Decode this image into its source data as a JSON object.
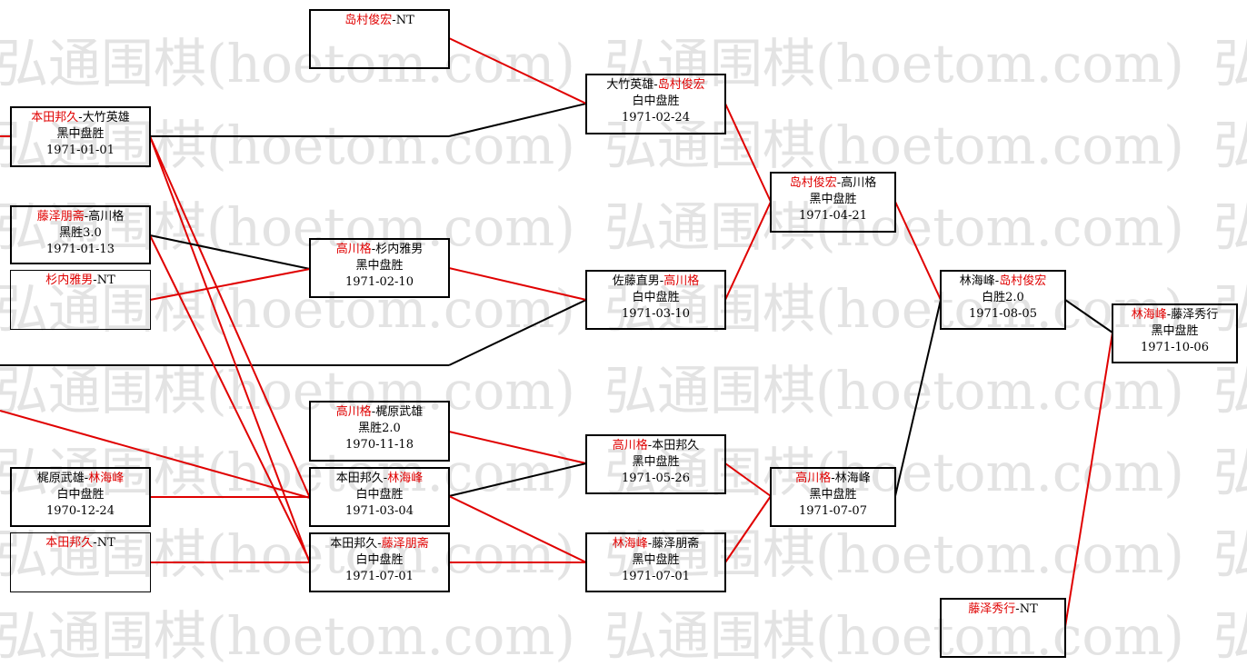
{
  "watermark": "弘通围棋(hoetom.com)",
  "colors": {
    "winner": "#e00000",
    "line_win": "#e00000",
    "line_loss": "#000000",
    "watermark": "#e3e3e3"
  },
  "games": {
    "g_nt1": {
      "winner": "岛村俊宏",
      "sep": "-",
      "loser": "NT",
      "red_first": true,
      "result": "",
      "date": ""
    },
    "g0101": {
      "winner": "本田邦久",
      "sep": "-",
      "loser": "大竹英雄",
      "red_first": true,
      "result": "黑中盘胜",
      "date": "1971-01-01"
    },
    "g0113": {
      "winner": "藤泽朋斋",
      "sep": "-",
      "loser": "高川格",
      "red_first": true,
      "result": "黑胜3.0",
      "date": "1971-01-13"
    },
    "g_nt2": {
      "winner": "杉内雅男",
      "sep": "-",
      "loser": "NT",
      "red_first": true,
      "result": "",
      "date": ""
    },
    "g1224": {
      "loser": "梶原武雄",
      "sep": "-",
      "winner": "林海峰",
      "red_first": false,
      "result": "白中盘胜",
      "date": "1970-12-24"
    },
    "g_nt3": {
      "winner": "本田邦久",
      "sep": "-",
      "loser": "NT",
      "red_first": true,
      "result": "",
      "date": ""
    },
    "g0210": {
      "winner": "高川格",
      "sep": "-",
      "loser": "杉内雅男",
      "red_first": true,
      "result": "黑中盘胜",
      "date": "1971-02-10"
    },
    "g1118": {
      "winner": "高川格",
      "sep": "-",
      "loser": "梶原武雄",
      "red_first": true,
      "result": "黑胜2.0",
      "date": "1970-11-18"
    },
    "g0304": {
      "loser": "本田邦久",
      "sep": "-",
      "winner": "林海峰",
      "red_first": false,
      "result": "白中盘胜",
      "date": "1971-03-04"
    },
    "g0701a": {
      "loser": "本田邦久",
      "sep": "-",
      "winner": "藤泽朋斋",
      "red_first": false,
      "result": "白中盘胜",
      "date": "1971-07-01"
    },
    "g0224": {
      "loser": "大竹英雄",
      "sep": "-",
      "winner": "岛村俊宏",
      "red_first": false,
      "result": "白中盘胜",
      "date": "1971-02-24"
    },
    "g0310": {
      "loser": "佐藤直男",
      "sep": "-",
      "winner": "高川格",
      "red_first": false,
      "result": "白中盘胜",
      "date": "1971-03-10"
    },
    "g0526": {
      "winner": "高川格",
      "sep": "-",
      "loser": "本田邦久",
      "red_first": true,
      "result": "黑中盘胜",
      "date": "1971-05-26"
    },
    "g0701b": {
      "winner": "林海峰",
      "sep": "-",
      "loser": "藤泽朋斋",
      "red_first": true,
      "result": "黑中盘胜",
      "date": "1971-07-01"
    },
    "g0421": {
      "winner": "岛村俊宏",
      "sep": "-",
      "loser": "高川格",
      "red_first": true,
      "result": "黑中盘胜",
      "date": "1971-04-21"
    },
    "g0707": {
      "winner": "高川格",
      "sep": "-",
      "loser": "林海峰",
      "red_first": true,
      "result": "黑中盘胜",
      "date": "1971-07-07"
    },
    "g0805": {
      "loser": "林海峰",
      "sep": "-",
      "winner": "岛村俊宏",
      "red_first": false,
      "result": "白胜2.0",
      "date": "1971-08-05"
    },
    "g_nt4": {
      "winner": "藤泽秀行",
      "sep": "-",
      "loser": "NT",
      "red_first": true,
      "result": "",
      "date": ""
    },
    "g1006": {
      "winner": "林海峰",
      "sep": "-",
      "loser": "藤泽秀行",
      "red_first": true,
      "result": "黑中盘胜",
      "date": "1971-10-06"
    }
  }
}
